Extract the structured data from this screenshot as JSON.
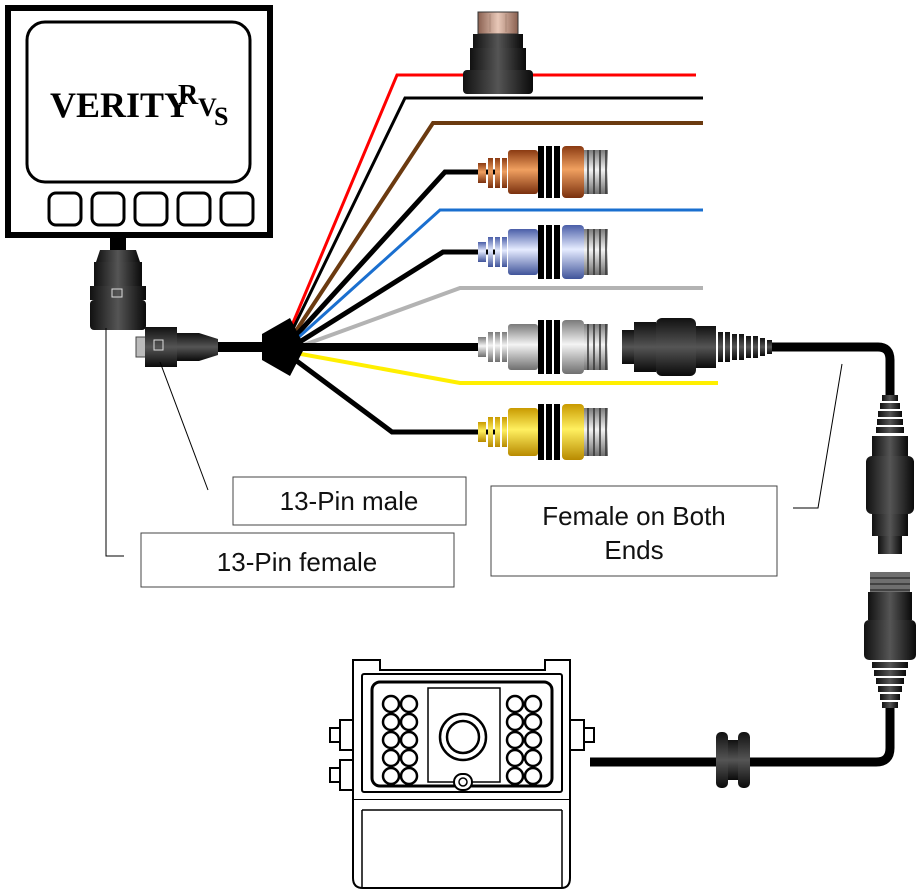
{
  "monitor": {
    "brand": "VERITY",
    "brand_superscript_1": "R",
    "brand_superscript_2": "V",
    "brand_superscript_3": "S"
  },
  "labels": {
    "male_13pin": "13-Pin male",
    "female_13pin": "13-Pin female",
    "extension_line1": "Female on Both",
    "extension_line2": "Ends"
  },
  "colors": {
    "red": "#ff0000",
    "black": "#000000",
    "brown": "#6b3a10",
    "blue": "#1a6fcf",
    "gray": "#b3b3b3",
    "yellow": "#ffef00",
    "orange_rca": "#c8642a",
    "blue_rca": "#8ea6de",
    "gray_rca": "#bdbdbd",
    "yellow_rca": "#f5c400"
  }
}
